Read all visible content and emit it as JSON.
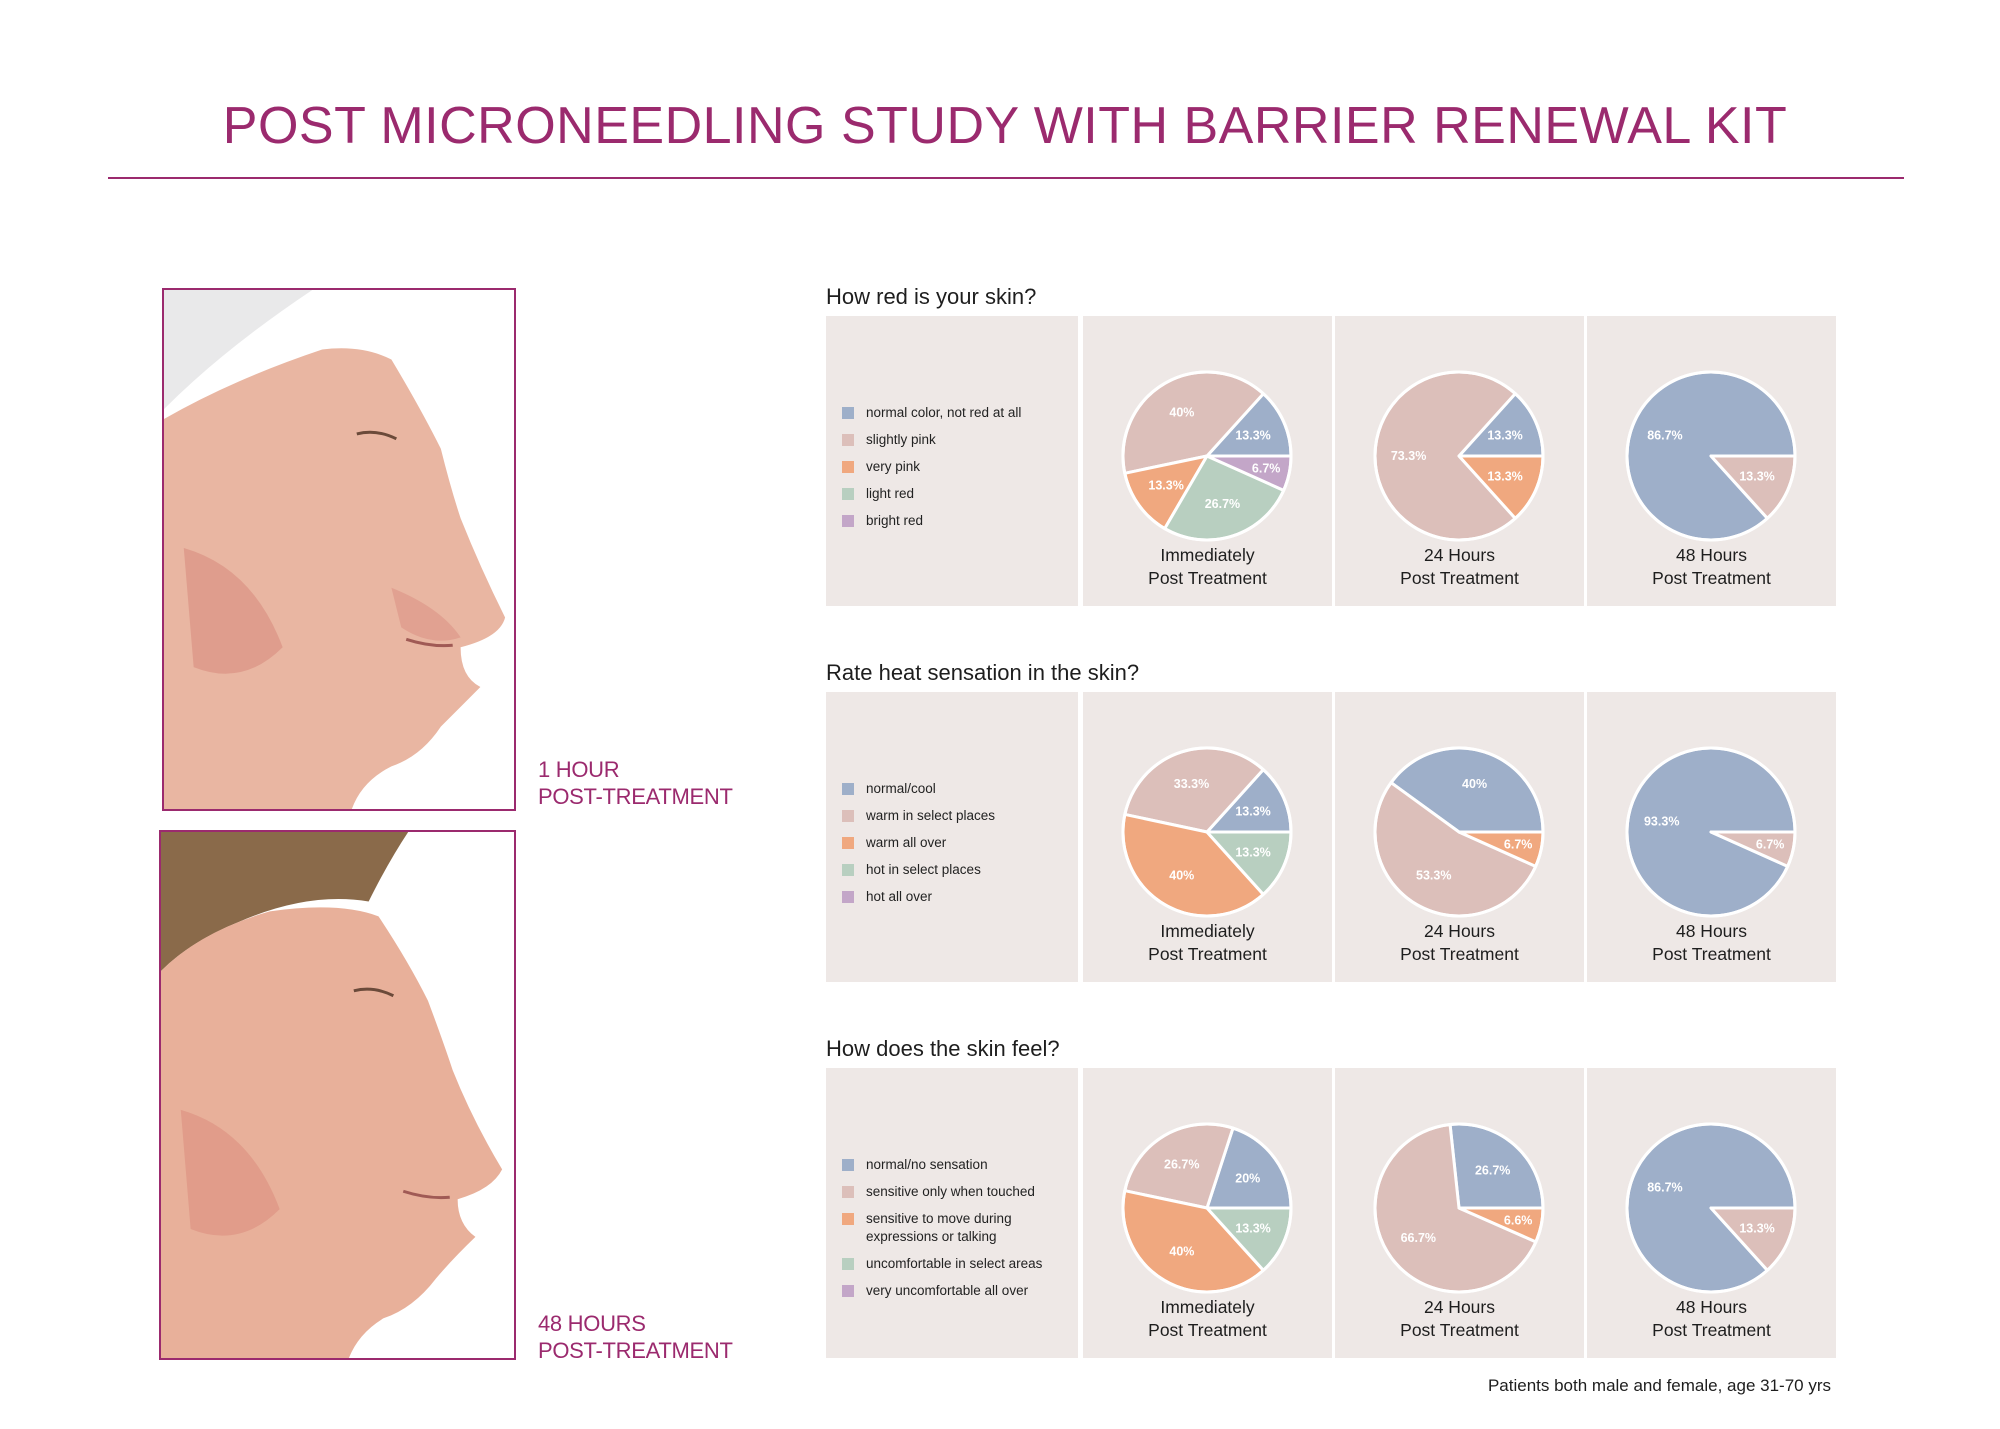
{
  "title": "POST MICRONEEDLING STUDY WITH BARRIER RENEWAL KIT",
  "photos": [
    {
      "caption_line1": "1 HOUR",
      "caption_line2": "POST-TREATMENT"
    },
    {
      "caption_line1": "48 HOURS",
      "caption_line2": "POST-TREATMENT"
    }
  ],
  "colors": {
    "blue": "#9eafc9",
    "pink": "#dcbfba",
    "orange": "#f0a87f",
    "green": "#b8cfc0",
    "purple": "#c3a6c8",
    "panel": "#eee8e6",
    "accent": "#9b2a6e"
  },
  "footnote": "Patients both male and female, age 31-70 yrs",
  "chart_data": [
    {
      "type": "pie",
      "title": "How red is your skin?",
      "legend": [
        "normal color, not red at all",
        "slightly pink",
        "very pink",
        "light red",
        "bright red"
      ],
      "legend_colors": [
        "#9eafc9",
        "#dcbfba",
        "#f0a87f",
        "#b8cfc0",
        "#c3a6c8"
      ],
      "pies": [
        {
          "label1": "Immediately",
          "label2": "Post Treatment",
          "slices": [
            {
              "value": 13.3,
              "label": "13.3%",
              "color": "#9eafc9"
            },
            {
              "value": 40,
              "label": "40%",
              "color": "#dcbfba"
            },
            {
              "value": 13.3,
              "label": "13.3%",
              "color": "#f0a87f"
            },
            {
              "value": 26.7,
              "label": "26.7%",
              "color": "#b8cfc0"
            },
            {
              "value": 6.7,
              "label": "6.7%",
              "color": "#c3a6c8"
            }
          ]
        },
        {
          "label1": "24 Hours",
          "label2": "Post Treatment",
          "slices": [
            {
              "value": 13.3,
              "label": "13.3%",
              "color": "#9eafc9"
            },
            {
              "value": 73.3,
              "label": "73.3%",
              "color": "#dcbfba"
            },
            {
              "value": 13.3,
              "label": "13.3%",
              "color": "#f0a87f"
            }
          ]
        },
        {
          "label1": "48 Hours",
          "label2": "Post Treatment",
          "slices": [
            {
              "value": 86.7,
              "label": "86.7%",
              "color": "#9eafc9"
            },
            {
              "value": 13.3,
              "label": "13.3%",
              "color": "#dcbfba"
            }
          ]
        }
      ]
    },
    {
      "type": "pie",
      "title": "Rate heat sensation in the skin?",
      "legend": [
        "normal/cool",
        "warm in select places",
        "warm all over",
        "hot in select places",
        "hot all over"
      ],
      "legend_colors": [
        "#9eafc9",
        "#dcbfba",
        "#f0a87f",
        "#b8cfc0",
        "#c3a6c8"
      ],
      "pies": [
        {
          "label1": "Immediately",
          "label2": "Post Treatment",
          "slices": [
            {
              "value": 13.3,
              "label": "13.3%",
              "color": "#9eafc9"
            },
            {
              "value": 33.3,
              "label": "33.3%",
              "color": "#dcbfba"
            },
            {
              "value": 40,
              "label": "40%",
              "color": "#f0a87f"
            },
            {
              "value": 13.3,
              "label": "13.3%",
              "color": "#b8cfc0"
            }
          ]
        },
        {
          "label1": "24 Hours",
          "label2": "Post Treatment",
          "slices": [
            {
              "value": 40,
              "label": "40%",
              "color": "#9eafc9"
            },
            {
              "value": 53.3,
              "label": "53.3%",
              "color": "#dcbfba"
            },
            {
              "value": 6.7,
              "label": "6.7%",
              "color": "#f0a87f"
            }
          ]
        },
        {
          "label1": "48 Hours",
          "label2": "Post Treatment",
          "slices": [
            {
              "value": 93.3,
              "label": "93.3%",
              "color": "#9eafc9"
            },
            {
              "value": 6.7,
              "label": "6.7%",
              "color": "#dcbfba"
            }
          ]
        }
      ]
    },
    {
      "type": "pie",
      "title": "How does the skin feel?",
      "legend": [
        "normal/no sensation",
        "sensitive only when touched",
        "sensitive to move during expressions or talking",
        "uncomfortable in select areas",
        "very uncomfortable all over"
      ],
      "legend_colors": [
        "#9eafc9",
        "#dcbfba",
        "#f0a87f",
        "#b8cfc0",
        "#c3a6c8"
      ],
      "pies": [
        {
          "label1": "Immediately",
          "label2": "Post Treatment",
          "slices": [
            {
              "value": 20,
              "label": "20%",
              "color": "#9eafc9"
            },
            {
              "value": 26.7,
              "label": "26.7%",
              "color": "#dcbfba"
            },
            {
              "value": 40,
              "label": "40%",
              "color": "#f0a87f"
            },
            {
              "value": 13.3,
              "label": "13.3%",
              "color": "#b8cfc0"
            }
          ]
        },
        {
          "label1": "24 Hours",
          "label2": "Post Treatment",
          "slices": [
            {
              "value": 26.7,
              "label": "26.7%",
              "color": "#9eafc9"
            },
            {
              "value": 66.7,
              "label": "66.7%",
              "color": "#dcbfba"
            },
            {
              "value": 6.6,
              "label": "6.6%",
              "color": "#f0a87f"
            }
          ]
        },
        {
          "label1": "48 Hours",
          "label2": "Post Treatment",
          "slices": [
            {
              "value": 86.7,
              "label": "86.7%",
              "color": "#9eafc9"
            },
            {
              "value": 13.3,
              "label": "13.3%",
              "color": "#dcbfba"
            }
          ]
        }
      ]
    }
  ]
}
